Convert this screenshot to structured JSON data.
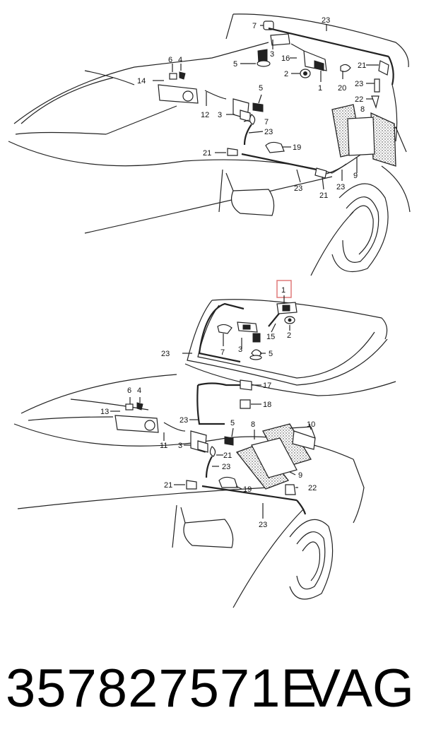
{
  "footer": {
    "part_number": "357827571E",
    "brand": "VAG"
  },
  "diagram_top": {
    "callouts": [
      "7",
      "23",
      "3",
      "16",
      "5",
      "6",
      "4",
      "14",
      "2",
      "21",
      "1",
      "20",
      "23",
      "22",
      "5",
      "8",
      "12",
      "3",
      "7",
      "23",
      "21",
      "19",
      "9",
      "23",
      "21",
      "23"
    ]
  },
  "diagram_bottom": {
    "highlighted_callout": "1",
    "callouts": [
      "15",
      "2",
      "23",
      "7",
      "3",
      "5",
      "6",
      "4",
      "17",
      "13",
      "18",
      "23",
      "5",
      "8",
      "10",
      "11",
      "3",
      "21",
      "23",
      "9",
      "21",
      "19",
      "22",
      "23"
    ]
  }
}
